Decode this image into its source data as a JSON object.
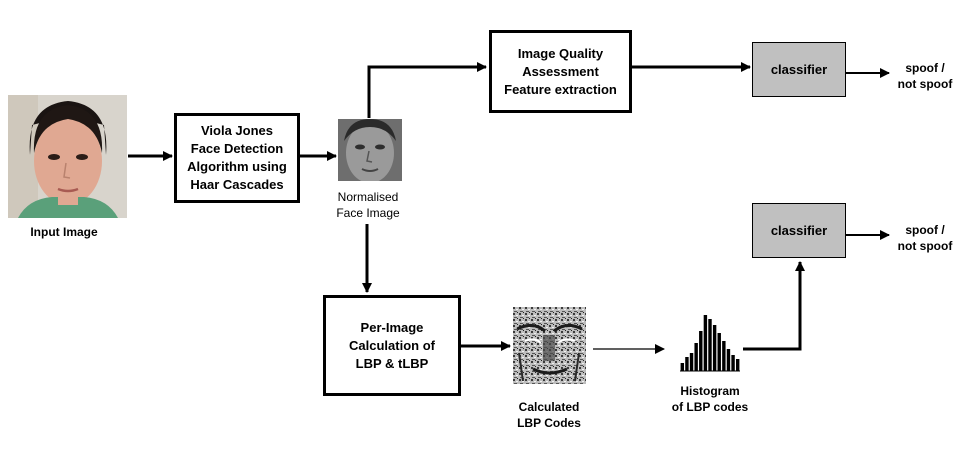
{
  "labels": {
    "input_image": "Input Image",
    "normalised_face": "Normalised\nFace Image",
    "calculated_lbp": "Calculated\nLBP Codes",
    "histogram": "Histogram\nof LBP codes",
    "spoof_top": "spoof /\nnot spoof",
    "spoof_bottom": "spoof /\nnot spoof"
  },
  "boxes": {
    "viola_jones": "Viola Jones\nFace Detection\nAlgorithm using\nHaar Cascades",
    "iqa": "Image Quality\nAssessment\nFeature extraction",
    "lbp_calc": "Per-Image\nCalculation of\nLBP & tLBP",
    "classifier_top": "classifier",
    "classifier_bottom": "classifier"
  },
  "colors": {
    "classifier_fill": "#c0c0c0",
    "line": "#000000",
    "skin": "#e0a892",
    "shirt": "#5aa07a",
    "background_photo": "#d8d4cc"
  },
  "icons": {
    "input_photo": "face-photo-icon",
    "normalised_photo": "grayscale-face-icon",
    "lbp_image": "lbp-texture-icon",
    "histogram_icon": "histogram-bars-icon"
  },
  "histogram_bars": [
    8,
    14,
    18,
    28,
    40,
    56,
    52,
    46,
    38,
    30,
    22,
    16,
    12
  ]
}
